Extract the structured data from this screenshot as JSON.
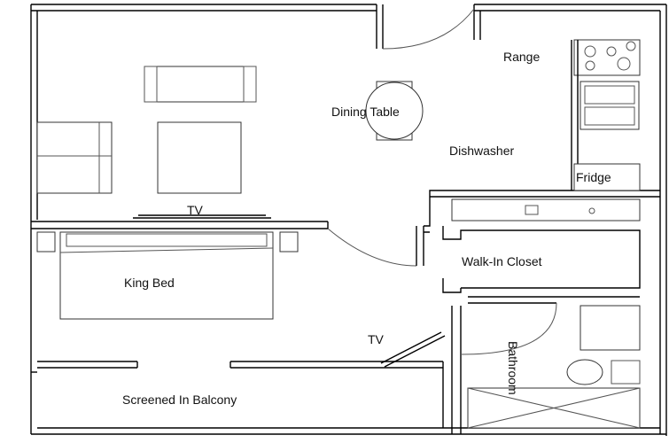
{
  "labels": {
    "range": "Range",
    "dining_table": "Dining Table",
    "dishwasher": "Dishwasher",
    "fridge": "Fridge",
    "tv_living": "TV",
    "walk_in_closet": "Walk-In Closet",
    "king_bed": "King Bed",
    "tv_bedroom": "TV",
    "bathroom": "Bathroom",
    "screened_balcony": "Screened In Balcony"
  }
}
